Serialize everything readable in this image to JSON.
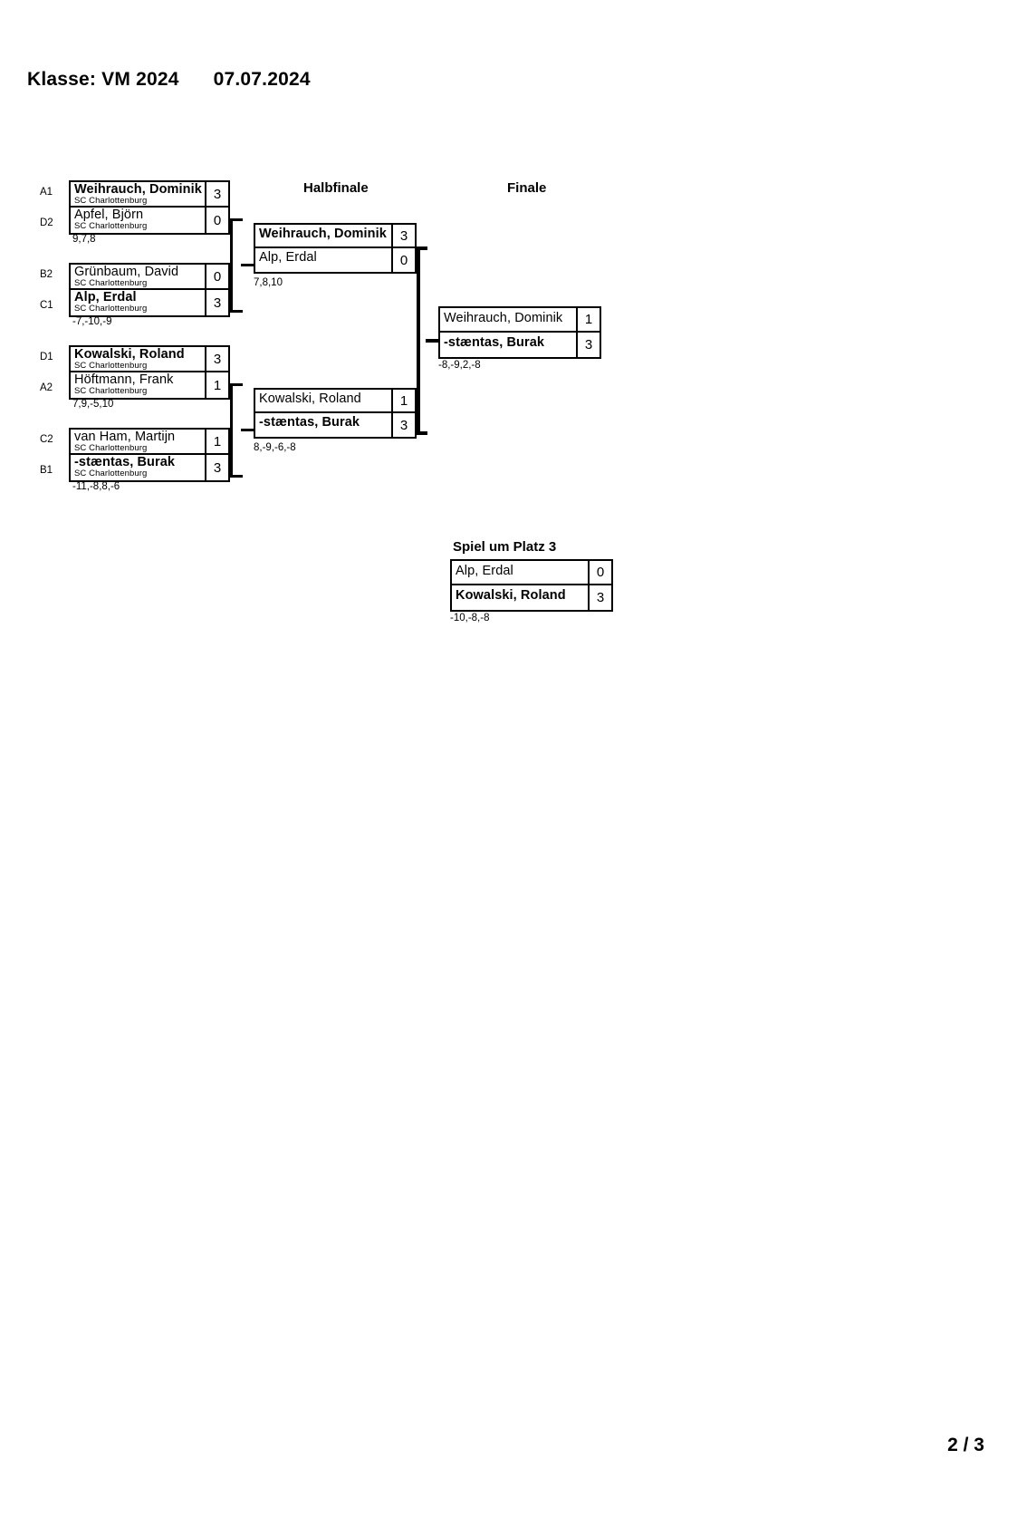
{
  "header": {
    "klasse": "Klasse: VM 2024",
    "date": "07.07.2024"
  },
  "page_number": "2 / 3",
  "rounds": {
    "halbfinale_label": "Halbfinale",
    "finale_label": "Finale",
    "platz3_label": "Spiel um Platz 3"
  },
  "club": "SC Charlottenburg",
  "quarterfinals": [
    {
      "seed_top": "A1",
      "seed_bottom": "D2",
      "top": {
        "name": "Weihrauch, Dominik",
        "club": "SC Charlottenburg",
        "score": "3",
        "winner": true
      },
      "bottom": {
        "name": "Apfel, Björn",
        "club": "SC Charlottenburg",
        "score": "0",
        "winner": false
      },
      "result": "9,7,8"
    },
    {
      "seed_top": "B2",
      "seed_bottom": "C1",
      "top": {
        "name": "Grünbaum, David",
        "club": "SC Charlottenburg",
        "score": "0",
        "winner": false
      },
      "bottom": {
        "name": "Alp, Erdal",
        "club": "SC Charlottenburg",
        "score": "3",
        "winner": true
      },
      "result": "-7,-10,-9"
    },
    {
      "seed_top": "D1",
      "seed_bottom": "A2",
      "top": {
        "name": "Kowalski, Roland",
        "club": "SC Charlottenburg",
        "score": "3",
        "winner": true
      },
      "bottom": {
        "name": "Höftmann, Frank",
        "club": "SC Charlottenburg",
        "score": "1",
        "winner": false
      },
      "result": "7,9,-5,10"
    },
    {
      "seed_top": "C2",
      "seed_bottom": "B1",
      "top": {
        "name": "van Ham, Martijn",
        "club": "SC Charlottenburg",
        "score": "1",
        "winner": false
      },
      "bottom": {
        "name": "-stæntas, Burak",
        "club": "SC Charlottenburg",
        "score": "3",
        "winner": true
      },
      "result": "-11,-8,8,-6"
    }
  ],
  "semifinals": [
    {
      "top": {
        "name": "Weihrauch, Dominik",
        "score": "3",
        "winner": true
      },
      "bottom": {
        "name": "Alp, Erdal",
        "score": "0",
        "winner": false
      },
      "result": "7,8,10"
    },
    {
      "top": {
        "name": "Kowalski, Roland",
        "score": "1",
        "winner": false
      },
      "bottom": {
        "name": "-stæntas, Burak",
        "score": "3",
        "winner": true
      },
      "result": "8,-9,-6,-8"
    }
  ],
  "final": {
    "top": {
      "name": "Weihrauch, Dominik",
      "score": "1",
      "winner": false
    },
    "bottom": {
      "name": "-stæntas, Burak",
      "score": "3",
      "winner": true
    },
    "result": "-8,-9,2,-8"
  },
  "third_place": {
    "top": {
      "name": "Alp, Erdal",
      "score": "0",
      "winner": false
    },
    "bottom": {
      "name": "Kowalski, Roland",
      "score": "3",
      "winner": true
    },
    "result": "-10,-8,-8"
  }
}
